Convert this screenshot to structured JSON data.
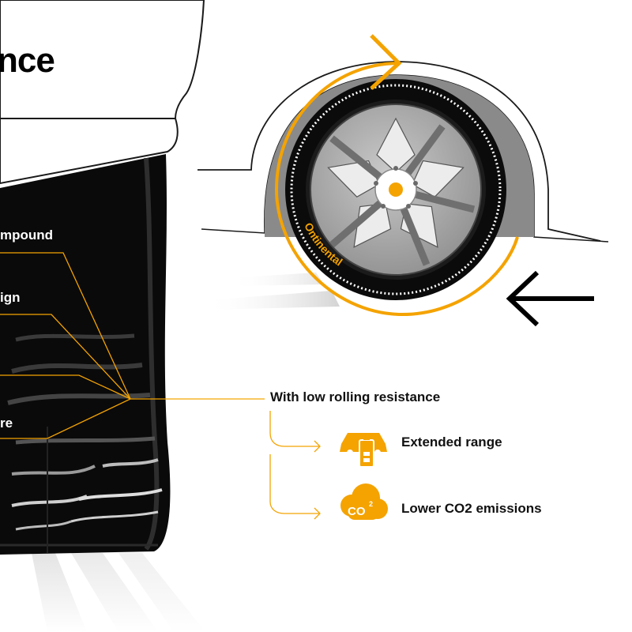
{
  "title_fragment": "nce",
  "tire_labels": [
    "mpound",
    "ign",
    "re"
  ],
  "main_label": "With low rolling resistance",
  "benefits": [
    {
      "label": "Extended range",
      "icon": "electric-car-battery-icon"
    },
    {
      "label": "Lower CO2 emissions",
      "icon": "co2-cloud-icon",
      "icon_text": "CO"
    }
  ],
  "brand_text": "Ontinental",
  "colors": {
    "accent": "#f4a300",
    "tire": "#000000",
    "rim": "#9a9a9a",
    "fender": "#ffffff"
  }
}
